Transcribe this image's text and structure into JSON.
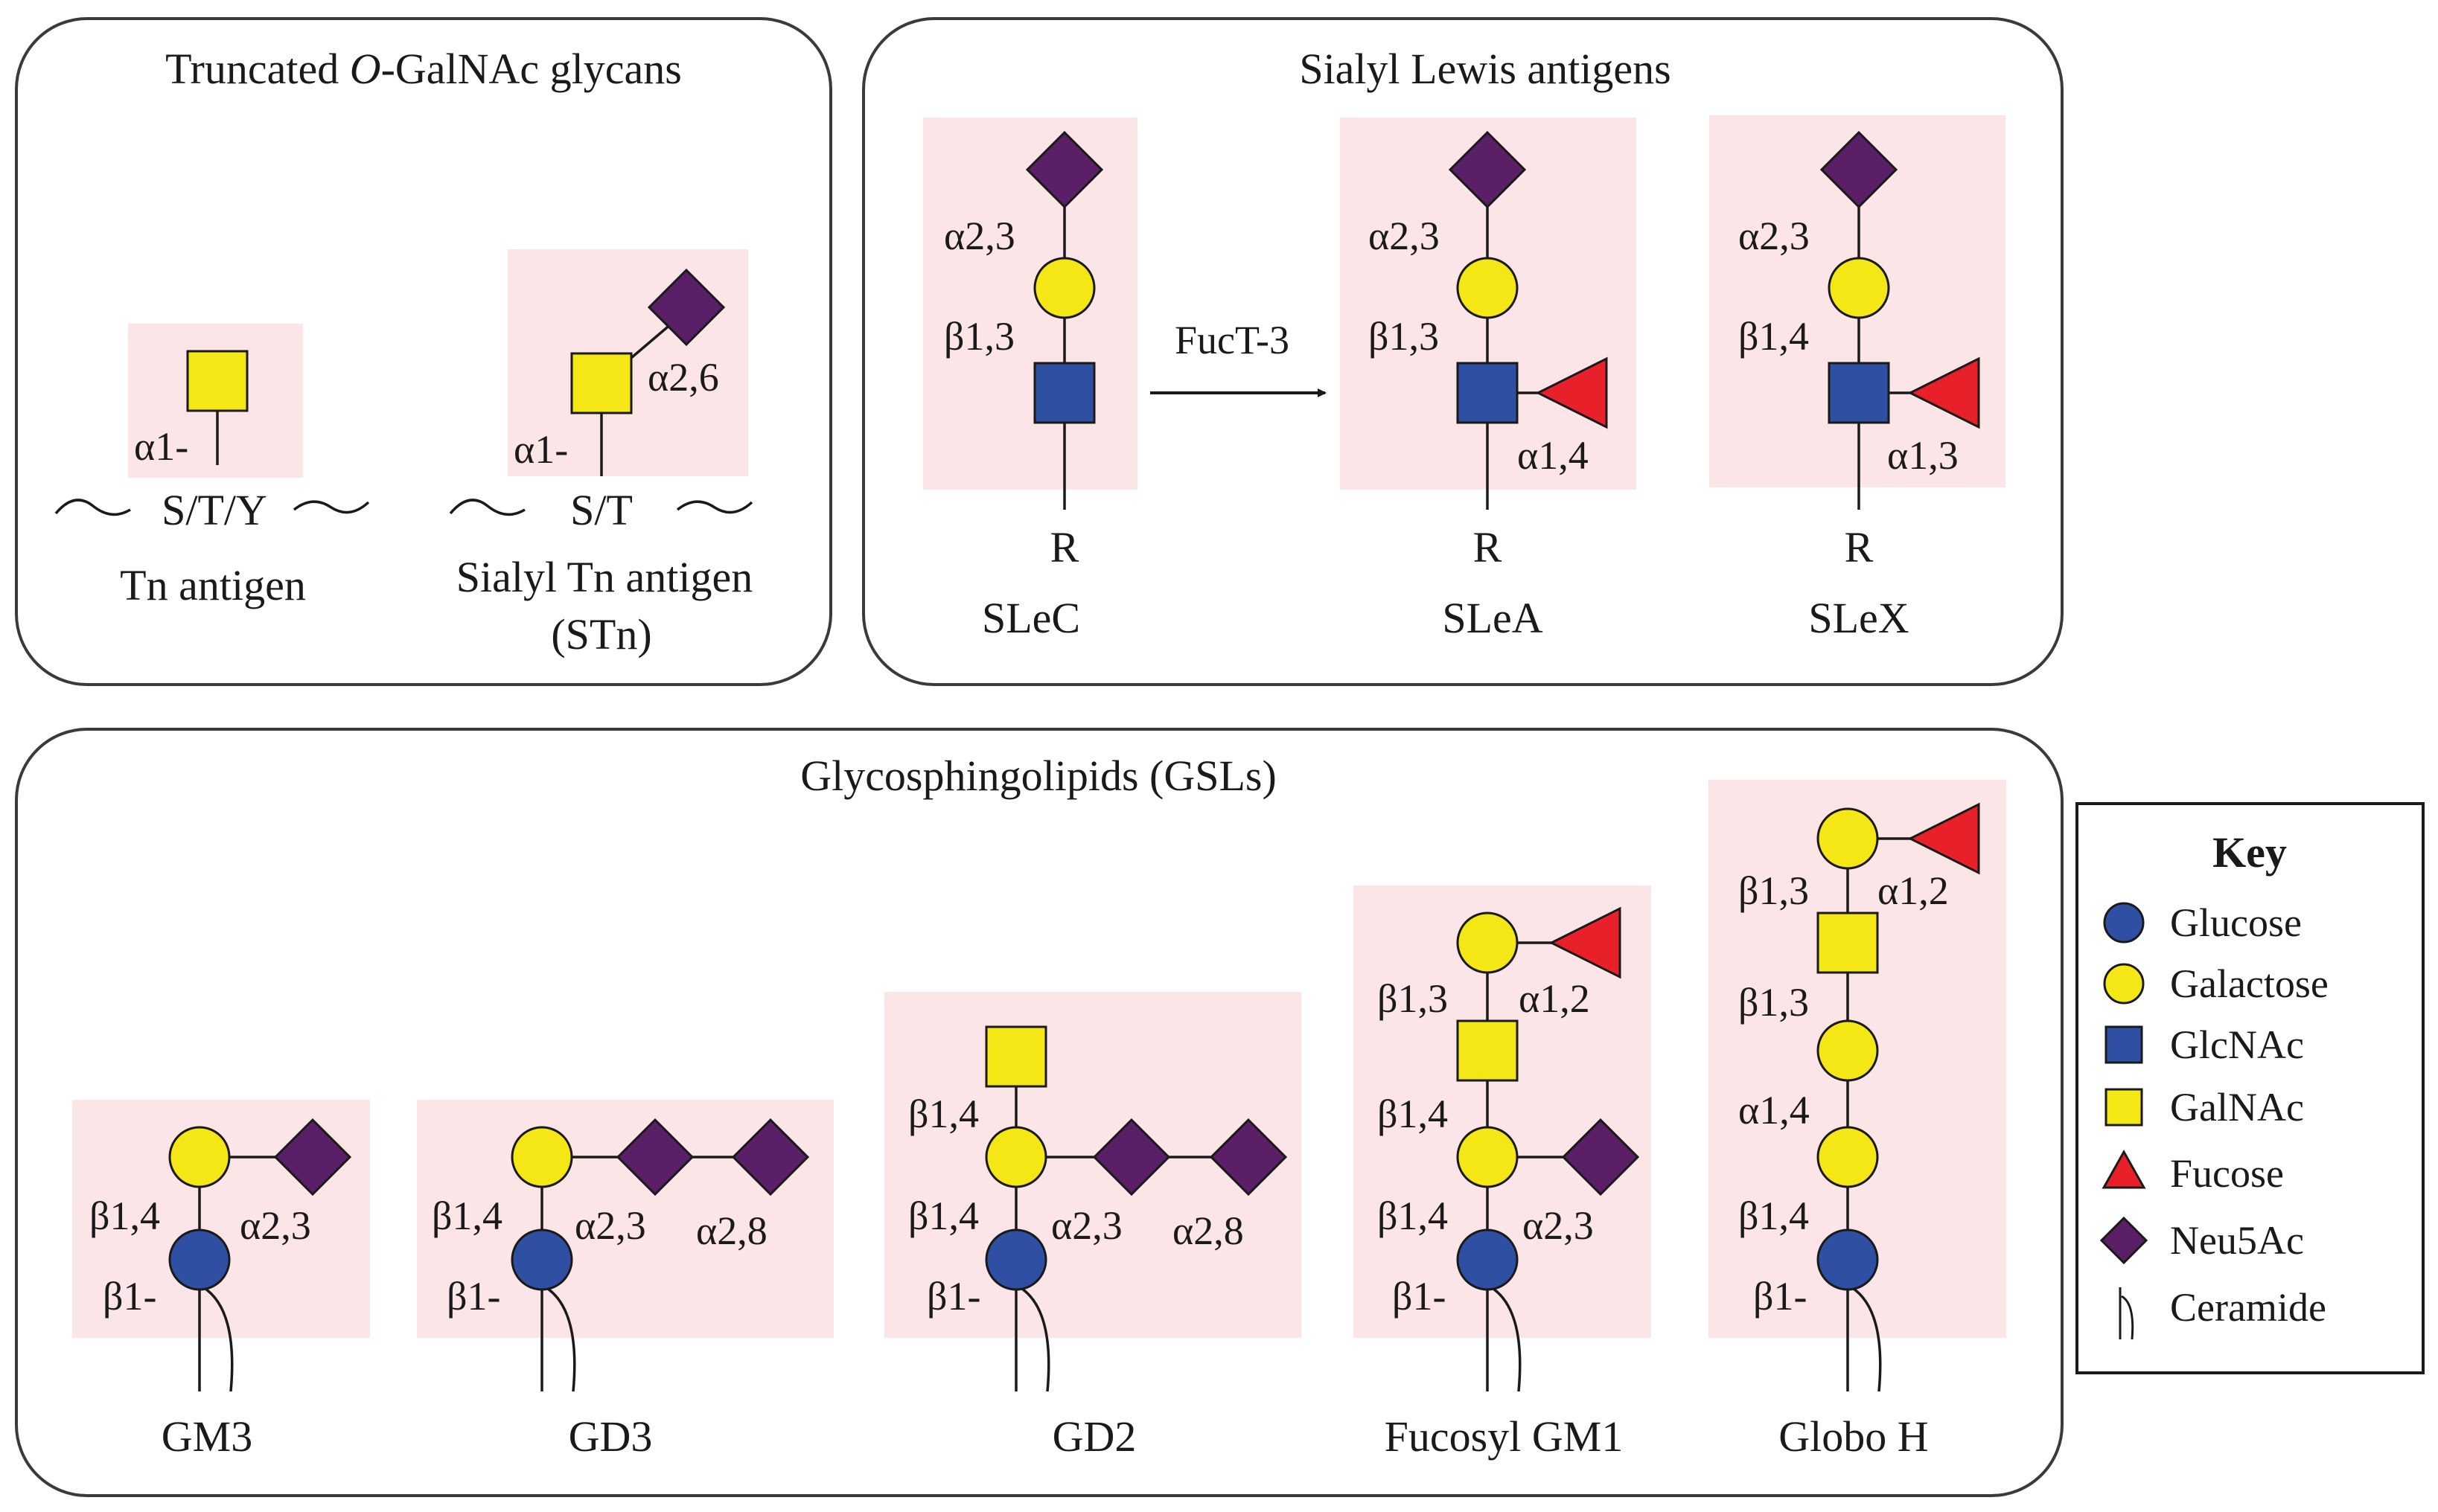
{
  "panels": {
    "truncated": {
      "title_pre": "Truncated ",
      "title_italic": "O",
      "title_post": "-GalNAc glycans",
      "tn": {
        "link": "α1-",
        "chain": "S/T/Y",
        "name": "Tn antigen"
      },
      "stn": {
        "link1": "α1-",
        "link2": "α2,6",
        "chain": "S/T",
        "name_line1": "Sialyl Tn antigen",
        "name_line2": "(STn)"
      }
    },
    "lewis": {
      "title": "Sialyl Lewis antigens",
      "slec": {
        "link_top": "α2,3",
        "link_mid": "β1,3",
        "r": "R",
        "name": "SLeC"
      },
      "arrow_label": "FucT-3",
      "slea": {
        "link_top": "α2,3",
        "link_mid": "β1,3",
        "link_fuc": "α1,4",
        "r": "R",
        "name": "SLeA"
      },
      "slex": {
        "link_top": "α2,3",
        "link_mid": "β1,4",
        "link_fuc": "α1,3",
        "r": "R",
        "name": "SLeX"
      }
    },
    "gsl": {
      "title": "Glycosphingolipids (GSLs)",
      "gm3": {
        "l1": "β1,4",
        "l2": "α2,3",
        "l3": "β1-",
        "name": "GM3"
      },
      "gd3": {
        "l1": "β1,4",
        "l2": "α2,3",
        "l3": "α2,8",
        "l4": "β1-",
        "name": "GD3"
      },
      "gd2": {
        "l0": "β1,4",
        "l1": "β1,4",
        "l2": "α2,3",
        "l3": "α2,8",
        "l4": "β1-",
        "name": "GD2"
      },
      "fgm1": {
        "l1": "β1,3",
        "l2": "α1,2",
        "l3": "β1,4",
        "l4": "β1,4",
        "l5": "α2,3",
        "l6": "β1-",
        "name": "Fucosyl GM1"
      },
      "globoh": {
        "l1": "β1,3",
        "l2": "α1,2",
        "l3": "β1,3",
        "l4": "α1,4",
        "l5": "β1,4",
        "l6": "β1-",
        "name": "Globo H"
      }
    }
  },
  "key": {
    "title": "Key",
    "items": [
      {
        "label": "Glucose",
        "shape": "circle",
        "color": "#2f4fa3"
      },
      {
        "label": "Galactose",
        "shape": "circle",
        "color": "#f5e615"
      },
      {
        "label": "GlcNAc",
        "shape": "square",
        "color": "#2f4fa3"
      },
      {
        "label": "GalNAc",
        "shape": "square",
        "color": "#f5e615"
      },
      {
        "label": "Fucose",
        "shape": "triangle",
        "color": "#e8202a"
      },
      {
        "label": "Neu5Ac",
        "shape": "diamond",
        "color": "#5a1f66"
      },
      {
        "label": "Ceramide",
        "shape": "ceramide",
        "color": "#1a1a1a"
      }
    ]
  },
  "colors": {
    "glucose": "#2f4fa3",
    "galactose": "#f5e615",
    "glcnac": "#2f4fa3",
    "galnac": "#f5e615",
    "fucose": "#e8202a",
    "neu5ac": "#5a1f66",
    "highlight": "#fbe5e6"
  }
}
